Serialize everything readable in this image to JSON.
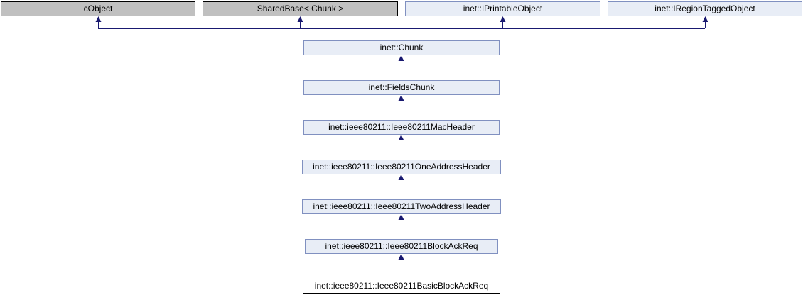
{
  "diagram": {
    "type": "class-inheritance-diagram",
    "colors": {
      "background": "#ffffff",
      "arrow": "#191970",
      "external_node_fill": "#c0c0c0",
      "external_node_border": "#000000",
      "documented_node_fill": "#e8edf6",
      "documented_node_border": "#8090c0",
      "selected_node_fill": "#ffffff",
      "selected_node_border": "#000000",
      "text": "#000000"
    },
    "nodes": [
      {
        "label": "cObject",
        "kind": "external"
      },
      {
        "label": "SharedBase< Chunk >",
        "kind": "external"
      },
      {
        "label": "inet::IPrintableObject",
        "kind": "documented"
      },
      {
        "label": "inet::IRegionTaggedObject",
        "kind": "documented"
      },
      {
        "label": "inet::Chunk",
        "kind": "documented"
      },
      {
        "label": "inet::FieldsChunk",
        "kind": "documented"
      },
      {
        "label": "inet::ieee80211::Ieee80211MacHeader",
        "kind": "documented"
      },
      {
        "label": "inet::ieee80211::Ieee80211OneAddressHeader",
        "kind": "documented"
      },
      {
        "label": "inet::ieee80211::Ieee80211TwoAddressHeader",
        "kind": "documented"
      },
      {
        "label": "inet::ieee80211::Ieee80211BlockAckReq",
        "kind": "documented"
      },
      {
        "label": "inet::ieee80211::Ieee80211BasicBlockAckReq",
        "kind": "selected"
      }
    ],
    "edges": [
      {
        "derived": "inet::Chunk",
        "bases": [
          "cObject",
          "SharedBase< Chunk >",
          "inet::IPrintableObject",
          "inet::IRegionTaggedObject"
        ]
      },
      {
        "derived": "inet::FieldsChunk",
        "bases": [
          "inet::Chunk"
        ]
      },
      {
        "derived": "inet::ieee80211::Ieee80211MacHeader",
        "bases": [
          "inet::FieldsChunk"
        ]
      },
      {
        "derived": "inet::ieee80211::Ieee80211OneAddressHeader",
        "bases": [
          "inet::ieee80211::Ieee80211MacHeader"
        ]
      },
      {
        "derived": "inet::ieee80211::Ieee80211TwoAddressHeader",
        "bases": [
          "inet::ieee80211::Ieee80211OneAddressHeader"
        ]
      },
      {
        "derived": "inet::ieee80211::Ieee80211BlockAckReq",
        "bases": [
          "inet::ieee80211::Ieee80211TwoAddressHeader"
        ]
      },
      {
        "derived": "inet::ieee80211::Ieee80211BasicBlockAckReq",
        "bases": [
          "inet::ieee80211::Ieee80211BlockAckReq"
        ]
      }
    ]
  }
}
